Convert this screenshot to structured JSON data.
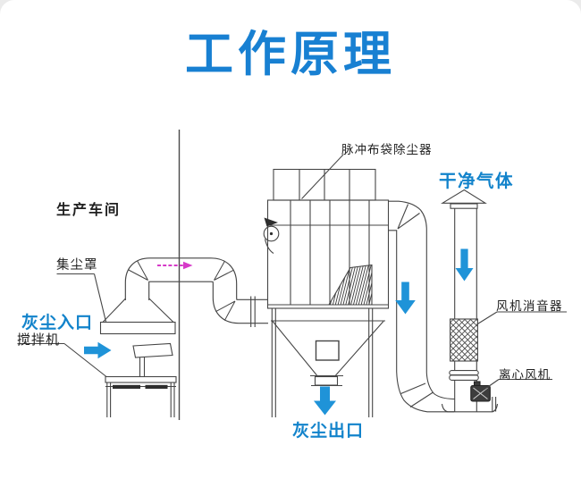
{
  "page": {
    "background": "#ebebeb",
    "card_background": "#ffffff"
  },
  "title": {
    "text": "工作原理",
    "color": "#1880d2"
  },
  "diagram": {
    "labels": {
      "workshop": "生产车间",
      "dust_hood": "集尘罩",
      "dust_inlet": "灰尘入口",
      "mixer": "搅拌机",
      "pulse_bag_filter": "脉冲布袋除尘器",
      "clean_gas": "干净气体",
      "fan_silencer": "风机消音器",
      "centrifugal_fan": "离心风机",
      "dust_outlet": "灰尘出口"
    },
    "colors": {
      "line": "#454545",
      "label_black": "#1f1f1f",
      "label_blue": "#1283cb",
      "arrow_blue": "#1f93d8",
      "pink_arrow": "#d63ac8"
    }
  }
}
